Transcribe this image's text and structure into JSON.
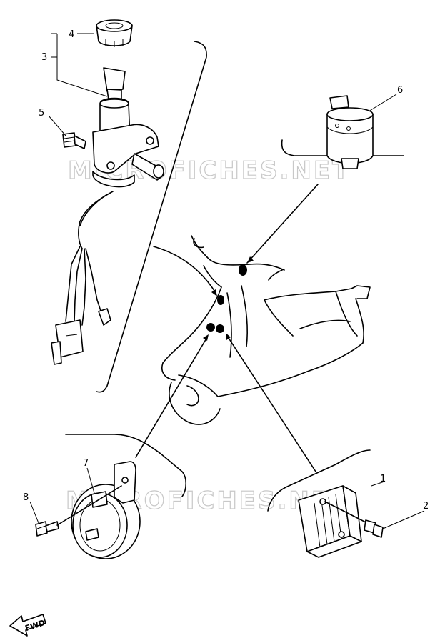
{
  "diagram": {
    "callouts": [
      {
        "id": "c1",
        "label": "1"
      },
      {
        "id": "c2",
        "label": "2"
      },
      {
        "id": "c3",
        "label": "3"
      },
      {
        "id": "c4",
        "label": "4"
      },
      {
        "id": "c5",
        "label": "5"
      },
      {
        "id": "c6",
        "label": "6"
      },
      {
        "id": "c7",
        "label": "7"
      },
      {
        "id": "c8",
        "label": "8"
      }
    ],
    "watermark": "MICROFICHES.NET",
    "fwd_label": "FWD",
    "colors": {
      "ink": "#000000",
      "watermark": "#c8c8c8",
      "paper": "#ffffff"
    }
  }
}
